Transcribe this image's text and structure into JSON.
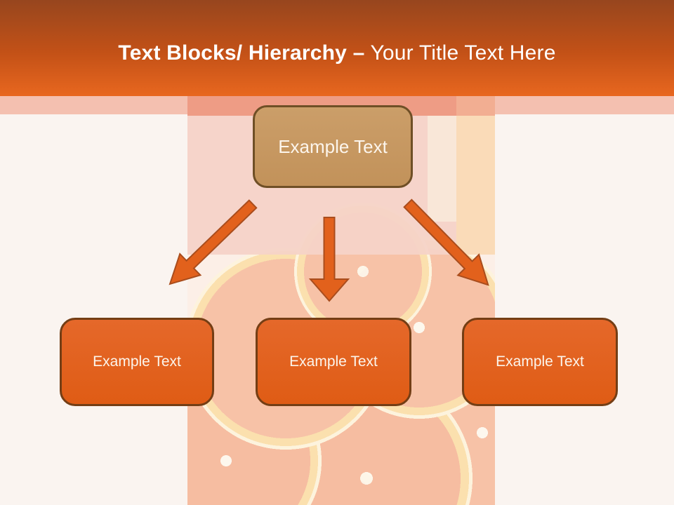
{
  "title": {
    "bold": "Text Blocks/ Hierarchy –",
    "regular": " Your Title Text Here"
  },
  "hierarchy": {
    "root": {
      "label": "Example Text"
    },
    "children": [
      {
        "label": "Example Text"
      },
      {
        "label": "Example Text"
      },
      {
        "label": "Example Text"
      }
    ]
  },
  "colors": {
    "header_top": "#97461e",
    "header_bottom": "#e8671f",
    "accent_orange": "#e2611c",
    "arrow_stroke": "#a94d1d",
    "root_fill": "#c6995f",
    "root_border": "#6f4f26",
    "child_border": "#743e15",
    "band_salmon_side": "#f4c0b0",
    "band_salmon_center": "#ee9c85",
    "overlay_pink": "#f5d2c8",
    "canvas_cream": "#faf4f0",
    "box_text": "#fcf5ec"
  }
}
